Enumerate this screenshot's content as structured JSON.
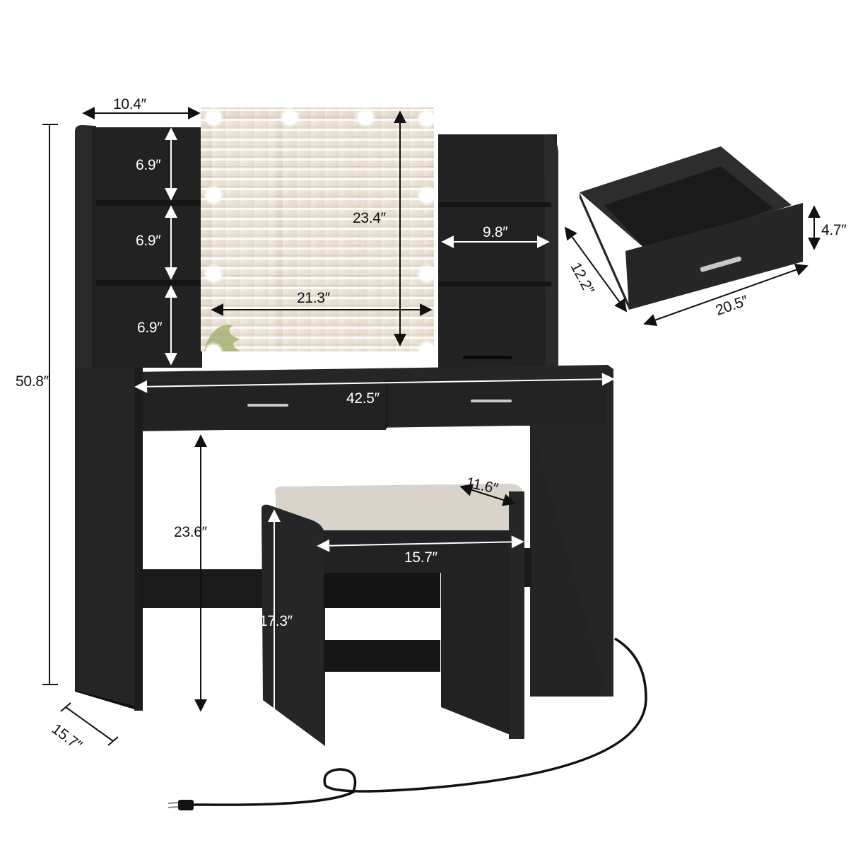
{
  "product": {
    "name": "Vanity desk with lighted mirror, drawers, side shelves and stool",
    "body_color": "#232323",
    "shelf_color": "#1b1b1b",
    "cushion_color": "#d9d3cb",
    "bulb_color": "#ffffff",
    "handle_color": "#c9c9c9",
    "mirror_tint": "#e9e3da",
    "bulb_count": 10
  },
  "dimensions": {
    "shelf_width_left": "10.4″",
    "shelf_gap_1": "6.9″",
    "shelf_gap_2": "6.9″",
    "shelf_gap_3": "6.9″",
    "mirror_height": "23.4″",
    "mirror_width": "21.3″",
    "shelf_width_right": "9.8″",
    "total_height": "50.8″",
    "desk_width": "42.5″",
    "knee_clearance_height": "23.6″",
    "depth": "15.7″",
    "stool_depth": "11.6″",
    "stool_width": "15.7″",
    "stool_height": "17.3″",
    "drawer_depth": "12.2″",
    "drawer_width": "20.5″",
    "drawer_height": "4.7″"
  }
}
